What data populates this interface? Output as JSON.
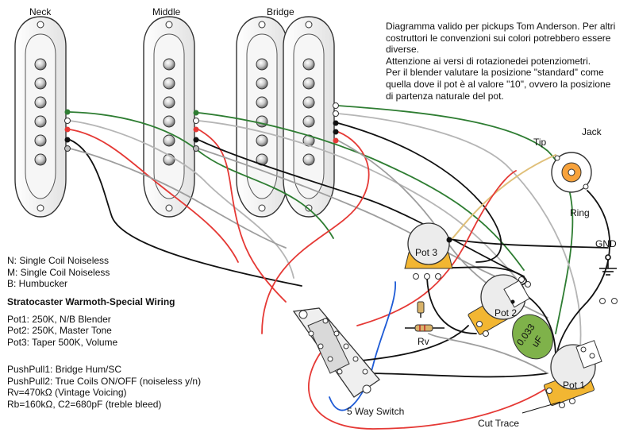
{
  "pickups": {
    "neck_label": "Neck",
    "middle_label": "Middle",
    "bridge_label": "Bridge"
  },
  "note_lines": [
    "Diagramma valido per pickups Tom Anderson. Per altri",
    "costruttori le convenzioni sui colori potrebbero essere",
    "diverse.",
    "Attenzione ai versi di rotazionedei potenziometri.",
    "Per il blender valutare la posizione \"standard\" come",
    "quella dove il pot è al valore \"10\", ovvero la posizione",
    "di partenza naturale del pot."
  ],
  "jack": {
    "label": "Jack",
    "tip_label": "Tip",
    "ring_label": "Ring"
  },
  "gnd_label": "GND",
  "legend_lines": [
    "N: Single Coil Noiseless",
    "M: Single Coil Noiseless",
    "B: Humbucker"
  ],
  "wiring_title": "Stratocaster Warmoth-Special Wiring",
  "pot_specs": [
    "Pot1: 250K, N/B Blender",
    "Pot2: 250K, Master Tone",
    "Pot3: Taper 500K, Volume"
  ],
  "pushpull_specs": [
    "PushPull1: Bridge Hum/SC",
    "PushPull2: True Coils ON/OFF (noiseless y/n)",
    "Rv=470kΩ (Vintage Voicing)",
    "Rb=160kΩ, C2=680pF (treble bleed)"
  ],
  "pots": {
    "pot1": "Pot 1",
    "pot2": "Pot 2",
    "pot3": "Pot 3"
  },
  "capacitor": {
    "line1": "0.033",
    "line2": "uF"
  },
  "rv_label": "Rv",
  "switch_label": "5 Way Switch",
  "cut_trace_label": "Cut Trace",
  "colors": {
    "wire_green": "#2e7d32",
    "wire_red": "#e53935",
    "wire_black": "#111111",
    "wire_gray": "#9e9e9e",
    "wire_blue": "#1e5bd6",
    "pot_body": "#f2b632",
    "capacitor": "#7fb24a"
  }
}
